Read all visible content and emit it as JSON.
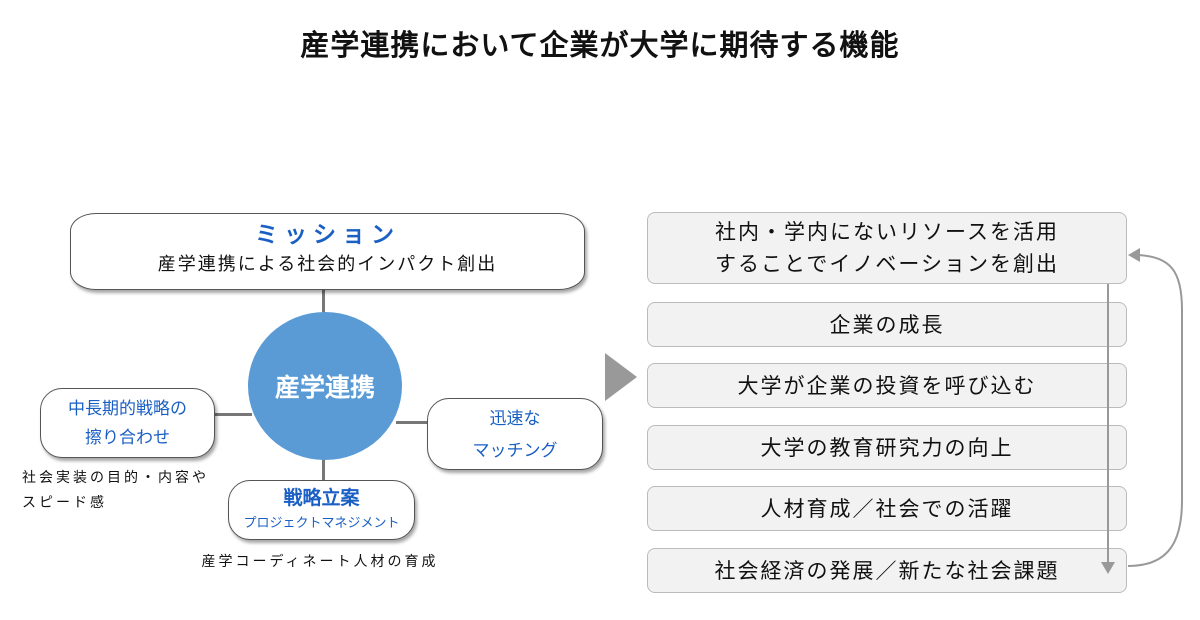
{
  "title": "産学連携において企業が大学に期待する機能",
  "mission": {
    "heading": "ミッション",
    "text": "産学連携による社会的インパクト創出"
  },
  "center": "産学連携",
  "left": {
    "line1": "中長期的戦略の",
    "line2": "擦り合わせ",
    "caption1": "社会実装の目的・内容や",
    "caption2": "スピード感"
  },
  "right": {
    "line1": "迅速な",
    "line2": "マッチング"
  },
  "bottom": {
    "line1": "戦略立案",
    "line2": "プロジェクトマネジメント",
    "caption": "産学コーディネート人材の育成"
  },
  "functions": [
    {
      "line1": "社内・学内にないリソースを活用",
      "line2": "することでイノベーションを創出"
    },
    {
      "line1": "企業の成長"
    },
    {
      "line1": "大学が企業の投資を呼び込む"
    },
    {
      "line1": "大学の教育研究力の向上"
    },
    {
      "line1": "人材育成／社会での活躍"
    },
    {
      "line1": "社会経済の発展／新たな社会課題"
    }
  ],
  "colors": {
    "circle": "#5b9bd5",
    "accent_text": "#1a5fc4",
    "arrow": "#999999"
  }
}
